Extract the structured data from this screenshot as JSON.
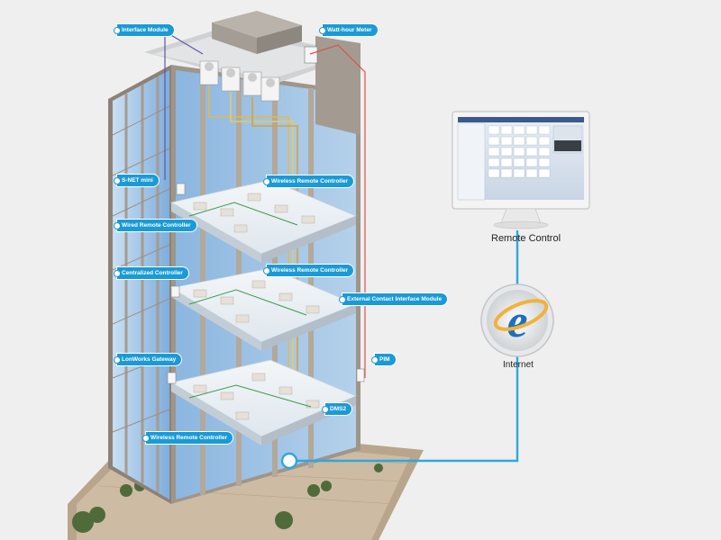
{
  "labels": {
    "interface_module": "Interface Module",
    "watt_hour_meter": "Watt-hour Meter",
    "snet_mini": "S-NET mini",
    "wireless_remote_controller_1": "Wireless Remote Controller",
    "wired_remote_controller": "Wired Remote Controller",
    "centralized_controller": "Centralized Controller",
    "wireless_remote_controller_2": "Wireless Remote Controller",
    "external_contact_interface_module": "External Contact Interface Module",
    "lonworks_gateway": "LonWorks Gateway",
    "pim": "PIM",
    "dms2": "DMS2",
    "wireless_remote_controller_3": "Wireless Remote Controller",
    "remote_control": "Remote Control",
    "internet": "Internet"
  },
  "colors": {
    "callout": "#1a9ad6",
    "network_line": "#2ea7de",
    "background": "#efefef",
    "glass": "#9fc6e8"
  },
  "icons": {
    "internet": "internet-explorer-logo-icon",
    "monitor": "monitor-icon"
  }
}
